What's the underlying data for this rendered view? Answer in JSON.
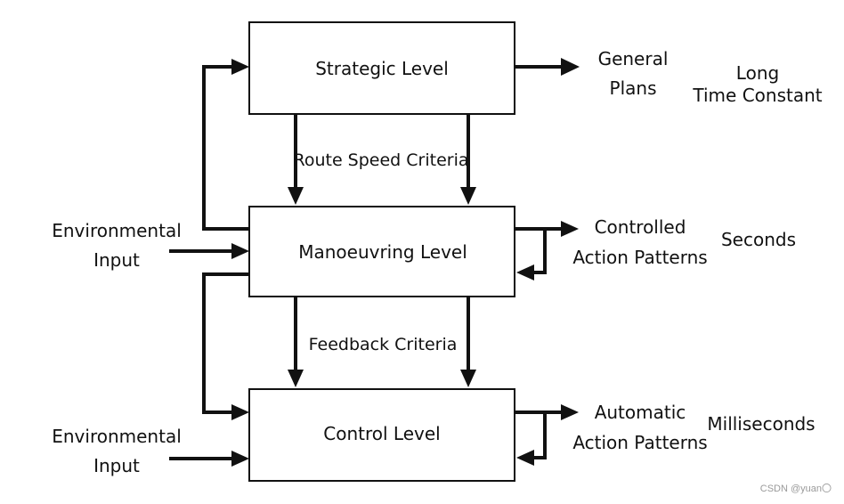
{
  "levels": {
    "strategic": "Strategic Level",
    "manoeuvring": "Manoeuvring Level",
    "control": "Control Level"
  },
  "criteria": {
    "route_speed": "Route Speed Criteria",
    "feedback": "Feedback Criteria"
  },
  "inputs": {
    "env_1": [
      "Environmental",
      "Input"
    ],
    "env_2": [
      "Environmental",
      "Input"
    ]
  },
  "outputs": {
    "general_plans": [
      "General",
      "Plans"
    ],
    "controlled_action": [
      "Controlled",
      "Action Patterns"
    ],
    "automatic_action": [
      "Automatic",
      "Action Patterns"
    ]
  },
  "time_constants": {
    "long": [
      "Long",
      "Time Constant"
    ],
    "seconds": "Seconds",
    "milliseconds": "Milliseconds"
  },
  "watermark": "CSDN @yuan〇"
}
